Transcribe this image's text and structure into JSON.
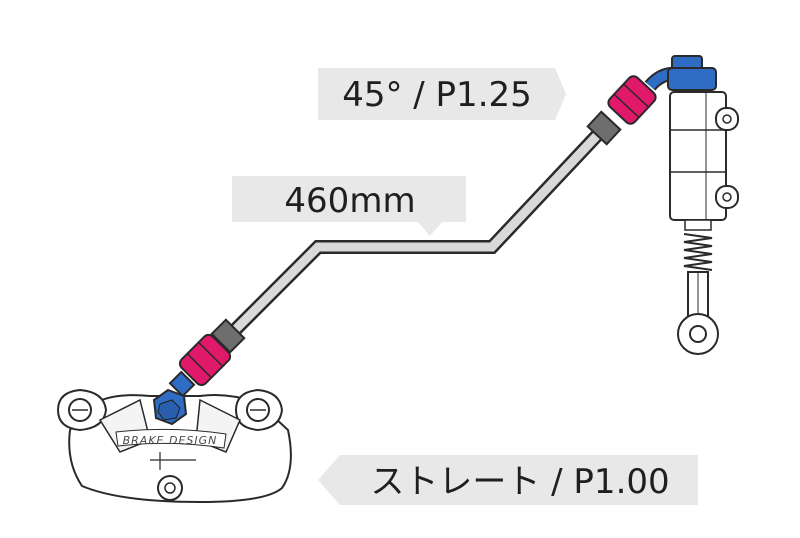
{
  "callouts": {
    "angle_fitting": "45° / P1.25",
    "hose_length": "460mm",
    "straight_fitting": "ストレート / P1.00"
  },
  "components": {
    "caliper_engraving": "BRAKE DESIGN"
  },
  "colors": {
    "callout_bg": "#e8e8e8",
    "hose": "#d9d9d9",
    "fitting_pink": "#e0196b",
    "fitting_blue": "#2f6cc4",
    "collar_gray": "#6e6e6e",
    "outline": "#2a2a2a"
  }
}
